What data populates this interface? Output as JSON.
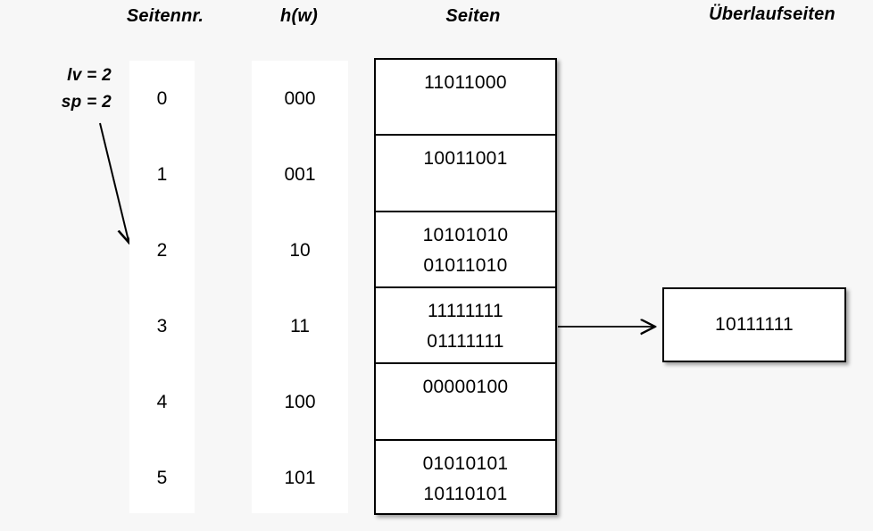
{
  "headers": {
    "page_number": "Seitennr.",
    "hash": "h(w)",
    "pages": "Seiten",
    "overflow_pages": "Überlaufseiten"
  },
  "params": {
    "lv": "lv = 2",
    "sp": "sp = 2"
  },
  "page_numbers": [
    "0",
    "1",
    "2",
    "3",
    "4",
    "5"
  ],
  "hash_values": [
    "000",
    "001",
    "10",
    "11",
    "100",
    "101"
  ],
  "pages": [
    {
      "entries": [
        "11011000"
      ]
    },
    {
      "entries": [
        "10011001"
      ]
    },
    {
      "entries": [
        "10101010",
        "01011010"
      ]
    },
    {
      "entries": [
        "11111111",
        "01111111"
      ]
    },
    {
      "entries": [
        "00000100"
      ]
    },
    {
      "entries": [
        "01010101",
        "10110101"
      ]
    }
  ],
  "overflow": {
    "entries": [
      "10111111"
    ],
    "from_page_index": 3
  },
  "colors": {
    "background": "#f7f7f7",
    "cell_fill": "#ffffff",
    "stroke": "#000000"
  }
}
